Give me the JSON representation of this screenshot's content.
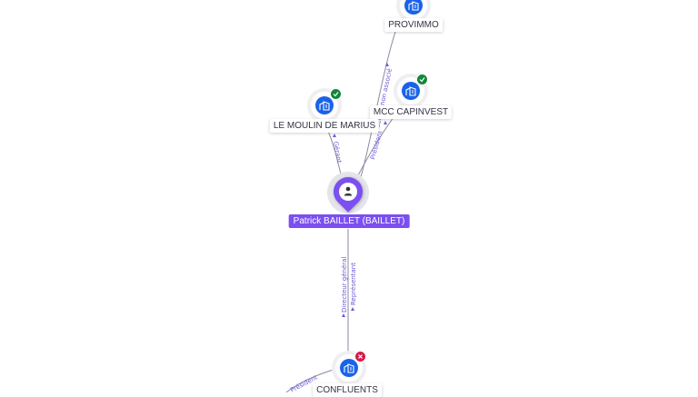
{
  "person": {
    "name": "Patrick BAILLET (BAILLET)",
    "icon": "person-icon",
    "color": "#7b4ff0"
  },
  "companies": [
    {
      "id": "provimmo",
      "name": "PROVIMMO",
      "icon": "building-icon",
      "status": "active"
    },
    {
      "id": "mcc",
      "name": "MCC CAPINVEST",
      "icon": "building-icon",
      "status": "active"
    },
    {
      "id": "moulin",
      "name": "LE MOULIN DE MARIUS",
      "icon": "building-icon",
      "status": "active"
    },
    {
      "id": "confluents",
      "name": "CONFLUENTS",
      "icon": "building-icon",
      "status": "closed"
    }
  ],
  "relations": {
    "moulin": "Gérant",
    "mcc": "Président",
    "provimmo": "Gérant non associé",
    "confluents_1": "Directeur général",
    "confluents_2": "Représentant",
    "partial": "Président"
  },
  "colors": {
    "company_icon": "#1a63e8",
    "status_active": "#11873a",
    "status_closed": "#d81b4a",
    "edge_label": "#6b5bd6"
  }
}
